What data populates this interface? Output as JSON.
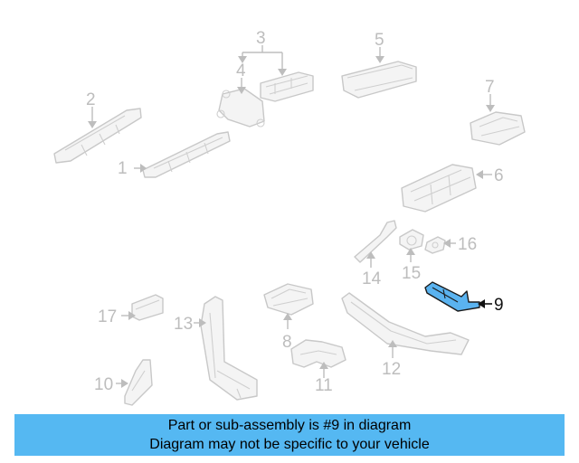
{
  "callouts": {
    "c1": "1",
    "c2": "2",
    "c3": "3",
    "c4": "4",
    "c5": "5",
    "c6": "6",
    "c7": "7",
    "c8": "8",
    "c9": "9",
    "c10": "10",
    "c11": "11",
    "c12": "12",
    "c13": "13",
    "c14": "14",
    "c15": "15",
    "c16": "16",
    "c17": "17"
  },
  "highlighted_part": "9",
  "banner": {
    "line1": "Part or sub-assembly is #9 in diagram",
    "line2": "Diagram may not be specific to your vehicle"
  },
  "colors": {
    "highlight": "#5ab3f0",
    "banner": "#55b8f2",
    "line": "#c8c8c8"
  }
}
